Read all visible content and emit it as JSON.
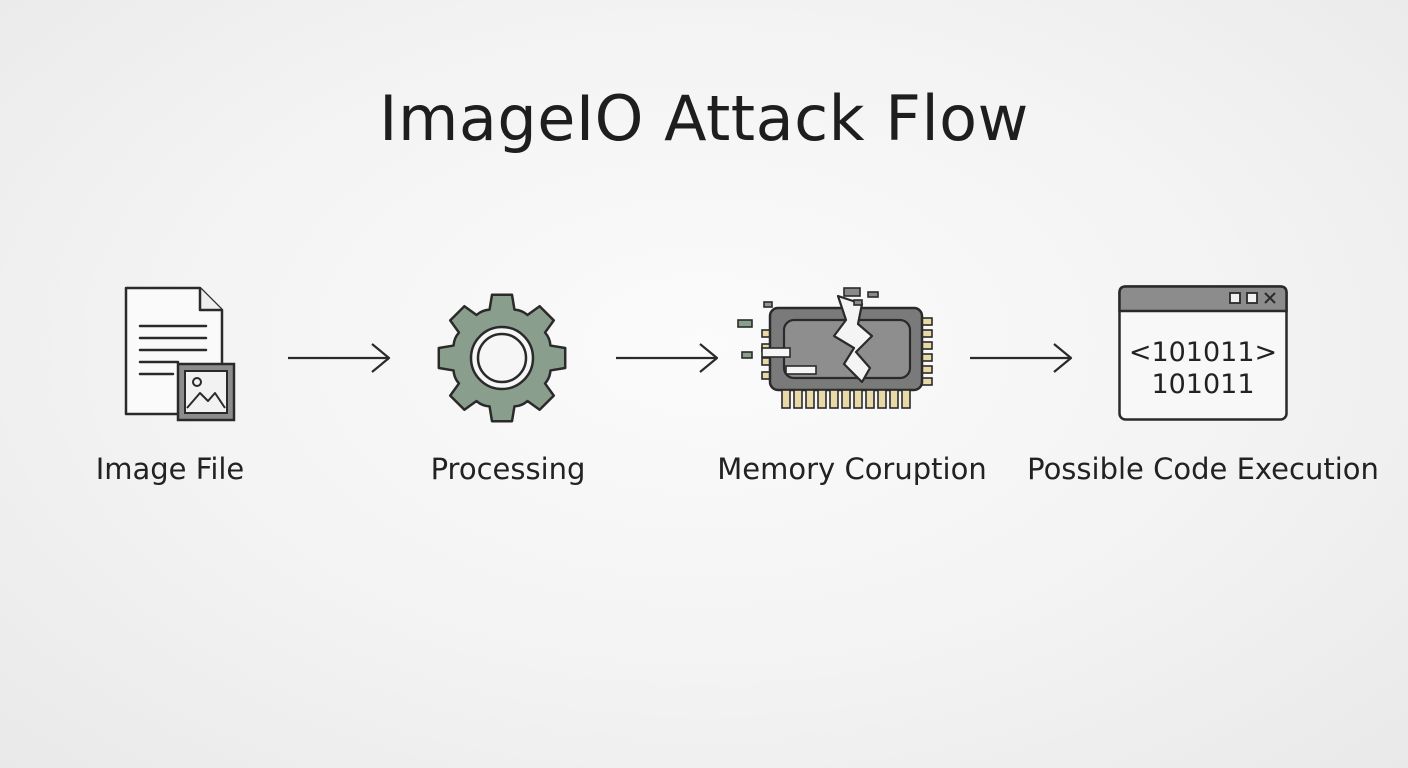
{
  "title": "ImageIO Attack Flow",
  "steps": [
    {
      "label": "Image File",
      "icon": "image-file-icon"
    },
    {
      "label": "Processing",
      "icon": "gear-icon"
    },
    {
      "label": "Memory Coruption",
      "icon": "broken-memory-chip-icon"
    },
    {
      "label": "Possible Code Execution",
      "icon": "code-window-icon"
    }
  ],
  "code_window": {
    "line1": "<101011>",
    "line2": "101011"
  },
  "colors": {
    "gear": "#8a9e8e",
    "chip": "#7a7a7a",
    "pins": "#e8d9a8",
    "stroke": "#2a2a2a"
  }
}
